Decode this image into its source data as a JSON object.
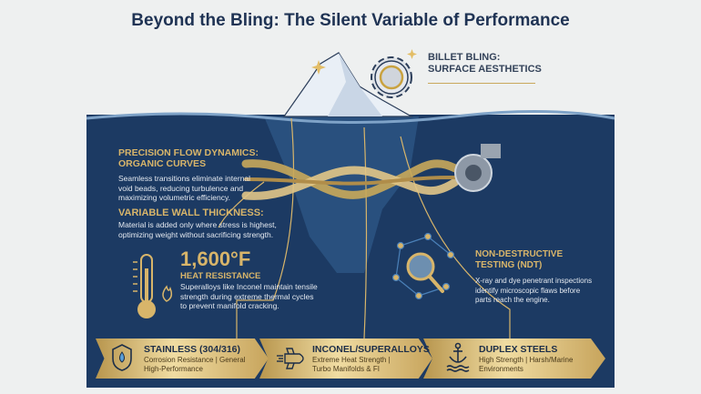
{
  "title": "Beyond the Bling: The Silent Variable of Performance",
  "surface": {
    "line1": "BILLET BLING:",
    "line2": "SURFACE AESTHETICS"
  },
  "flow": {
    "heading1": "PRECISION FLOW DYNAMICS:",
    "heading2": "ORGANIC CURVES",
    "body": [
      "Seamless transitions eliminate internal",
      "void beads, reducing turbulence and",
      "maximizing volumetric efficiency."
    ]
  },
  "wall": {
    "heading": "VARIABLE WALL THICKNESS:",
    "body": [
      "Material is added only where stress is highest,",
      "optimizing weight without sacrificing strength."
    ]
  },
  "heat": {
    "value": "1,600°F",
    "heading": "HEAT RESISTANCE",
    "body": [
      "Superalloys like Inconel maintain tensile",
      "strength during extreme thermal cycles",
      "to prevent manifold cracking."
    ]
  },
  "ndt": {
    "heading1": "NON-DESTRUCTIVE",
    "heading2": "TESTING (NDT)",
    "body": [
      "X-ray and dye penetrant inspections",
      "identify microscopic flaws before",
      "parts reach the engine."
    ]
  },
  "materials": [
    {
      "name": "STAINLESS (304/316)",
      "desc1": "Corrosion Resistance | General",
      "desc2": "High-Performance",
      "icon": "shield-drop-icon"
    },
    {
      "name": "INCONEL/SUPERALLOYS",
      "desc1": "Extreme Heat Strength |",
      "desc2": "Turbo Manifolds & FI",
      "icon": "jet-icon"
    },
    {
      "name": "DUPLEX STEELS",
      "desc1": "High Strength | Harsh/Marine",
      "desc2": "Environments",
      "icon": "anchor-icon"
    }
  ],
  "colors": {
    "navy": "#1c3a63",
    "gold": "#d8b56a",
    "title": "#1f3354"
  }
}
